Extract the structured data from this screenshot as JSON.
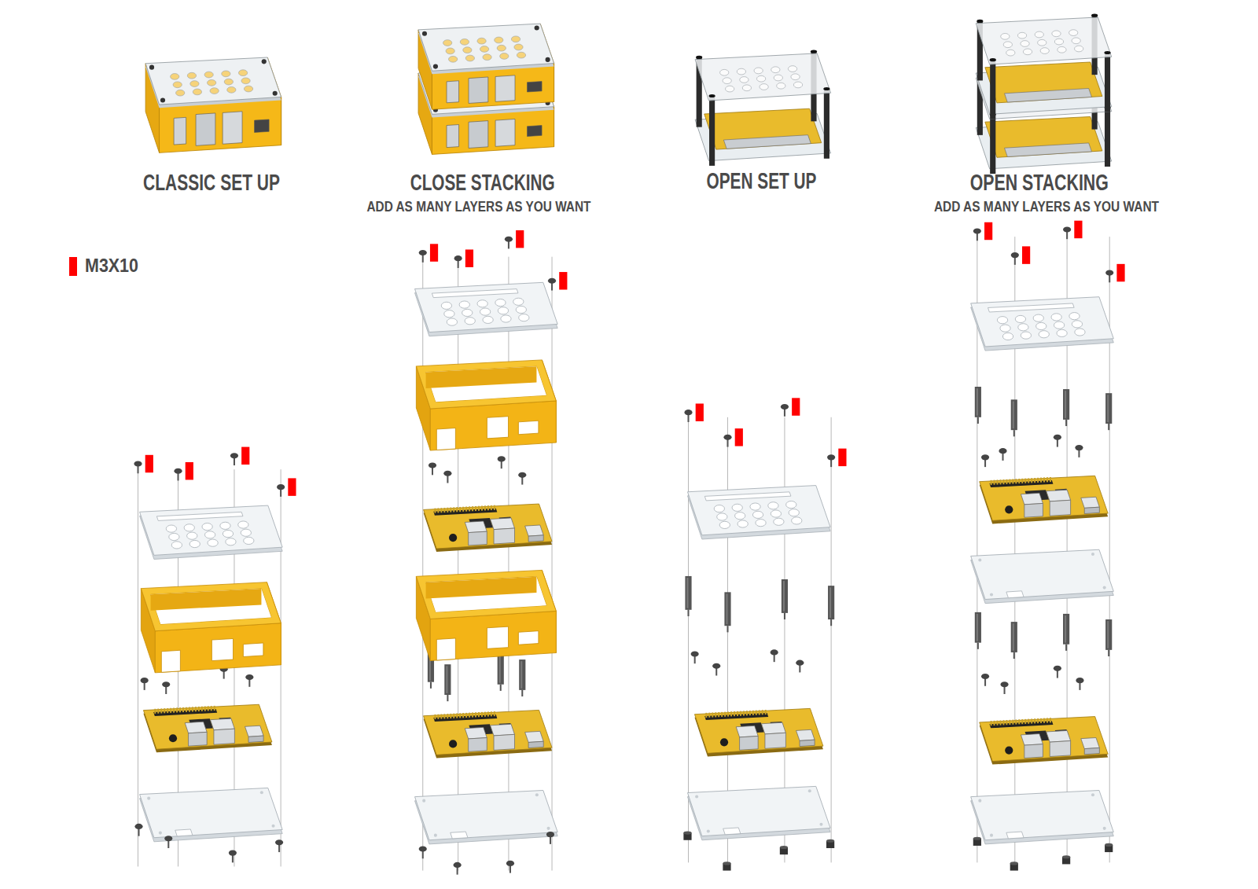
{
  "diagram": {
    "labels": [
      "CLASSIC SET UP",
      "CLOSE STACKING",
      "ADD AS MANY LAYERS AS YOU WANT",
      "OPEN SET UP",
      "OPEN STACKING",
      "ADD AS MANY LAYERS AS YOU WANT"
    ],
    "legend": [
      {
        "text": "M3X10",
        "color": "#ff0000"
      }
    ]
  }
}
